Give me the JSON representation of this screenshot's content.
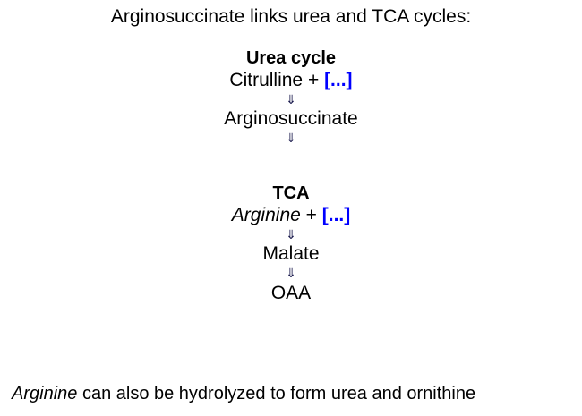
{
  "slide": {
    "title": "Arginosuccinate links urea and TCA cycles:",
    "background_color": "#ffffff",
    "text_color": "#000000",
    "accent_color": "#0000ff",
    "arrow_color": "#1a1a4d"
  },
  "urea_cycle": {
    "heading": "Urea cycle",
    "substrate": "Citrulline + ",
    "substrate_placeholder": "[...]",
    "arrow_1": "⇓",
    "product": "Arginosuccinate",
    "arrow_2": "⇓"
  },
  "tca_cycle": {
    "heading": "TCA",
    "substrate_italic": "Arginine",
    "substrate_plus": " + ",
    "substrate_placeholder": "[...]",
    "arrow_1": "⇓",
    "intermediate": "Malate",
    "arrow_2": "⇓",
    "product": "OAA"
  },
  "footer": {
    "italic_term": "Arginine",
    "rest": " can also be hydrolyzed to form urea and ornithine"
  }
}
